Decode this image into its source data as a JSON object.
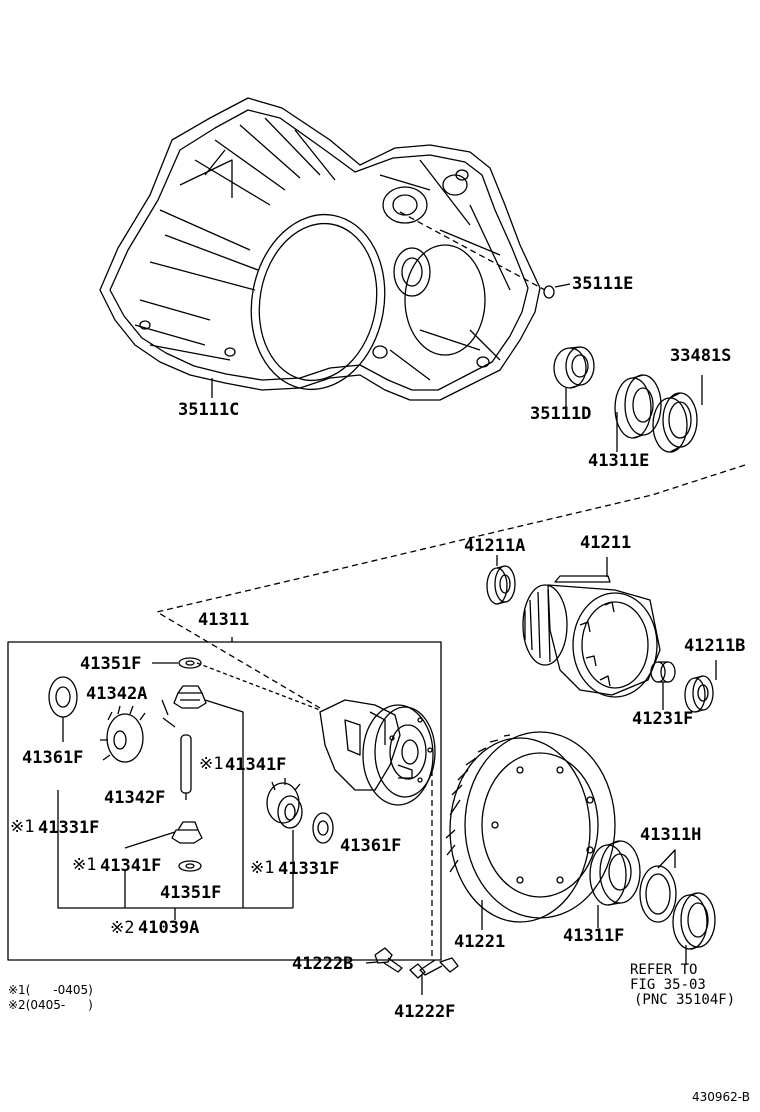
{
  "parts": {
    "p35111E": "35111E",
    "p35111C": "35111C",
    "p35111D": "35111D",
    "p33481S": "33481S",
    "p41311E": "41311E",
    "p41211A": "41211A",
    "p41211": "41211",
    "p41211B": "41211B",
    "p41231F": "41231F",
    "p41311": "41311",
    "p41351F_top": "41351F",
    "p41342A": "41342A",
    "p41361F_left": "41361F",
    "p41341F_right": "41341F",
    "p41342F": "41342F",
    "p41331F_left": "41331F",
    "p41361F_right": "41361F",
    "p41341F_left": "41341F",
    "p41331F_right": "41331F",
    "p41351F_bottom": "41351F",
    "p41039A": "41039A",
    "p41311H": "41311H",
    "p41221": "41221",
    "p41311F": "41311F",
    "p41222B": "41222B",
    "p41222F": "41222F"
  },
  "marks": {
    "m1": "※1",
    "m2": "※2"
  },
  "notes": {
    "note1": "※1(      -0405)",
    "note2": "※2(0405-      )"
  },
  "refer": {
    "line1": "REFER TO",
    "line2": "FIG 35-03",
    "line3": "(PNC 35104F)"
  },
  "figure_id": "430962-B"
}
